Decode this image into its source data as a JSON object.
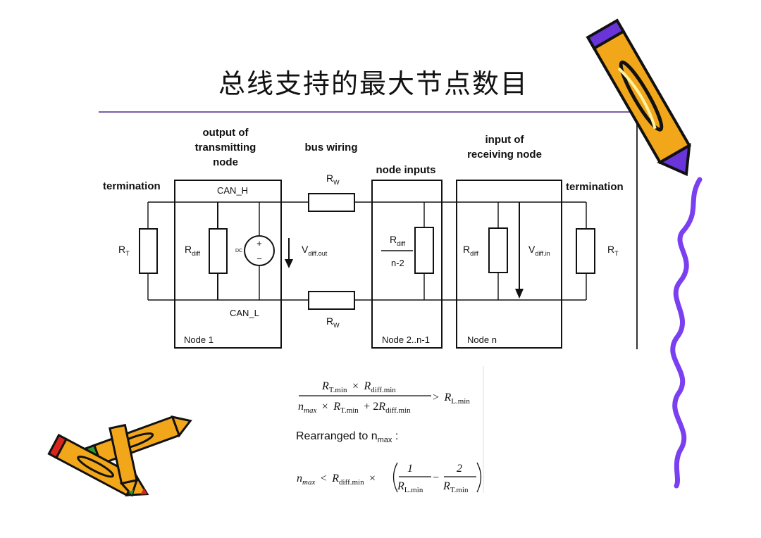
{
  "slide": {
    "title": "总线支持的最大节点数目"
  },
  "diagram": {
    "labels": {
      "output_of_1": "output of",
      "output_of_2": "transmitting",
      "output_of_3": "node",
      "bus_wiring": "bus wiring",
      "input_of_1": "input of",
      "input_of_2": "receiving node",
      "node_inputs": "node inputs",
      "termination_left": "termination",
      "termination_right": "termination",
      "can_h": "CAN_H",
      "can_l": "CAN_L",
      "node1": "Node 1",
      "node2": "Node 2..n-1",
      "noden": "Node n",
      "dc": "DC",
      "plus": "+",
      "minus": "−",
      "n_minus_2": "n-2"
    },
    "symbols": {
      "R": "R",
      "V": "V",
      "sub_T": "T",
      "sub_W": "W",
      "sub_diff": "diff",
      "sub_diff_out": "diff.out",
      "sub_diff_in": "diff.in"
    }
  },
  "formula": {
    "f1_num_R1": "R",
    "f1_num_sub1": "T.min",
    "f1_num_times": "×",
    "f1_num_R2": "R",
    "f1_num_sub2": "diff.min",
    "f1_den_n": "n",
    "f1_den_nsub": "max",
    "f1_den_times": "×",
    "f1_den_R1": "R",
    "f1_den_sub1": "T.min",
    "f1_den_plus": "+ 2",
    "f1_den_R2": "R",
    "f1_den_sub2": "diff.min",
    "f1_gt": ">",
    "f1_R": "R",
    "f1_sub": "L.min",
    "rearranged_text": "Rearranged to n",
    "rearranged_sub": "max",
    "rearranged_colon": " :",
    "f2_n": "n",
    "f2_nsub": "max",
    "f2_lt": "<",
    "f2_R": "R",
    "f2_Rsub": "diff.min",
    "f2_times": "×",
    "f2_frac1_num": "1",
    "f2_frac1_R": "R",
    "f2_frac1_sub": "L.min",
    "f2_minus": "−",
    "f2_frac2_num": "2",
    "f2_frac2_R": "R",
    "f2_frac2_sub": "T.min"
  },
  "colors": {
    "title_rule": "#7b5ea8",
    "pencil_yellow": "#f2a71b",
    "pencil_purple": "#6a35d8",
    "squiggle": "#7b3ff2",
    "pencil_red": "#d8261e",
    "pencil_green": "#2f9a2f"
  },
  "icons": {
    "top_right": "pencil-icon",
    "bottom_left": "crossed-pencils-icon",
    "right_edge": "squiggle-line-icon"
  }
}
